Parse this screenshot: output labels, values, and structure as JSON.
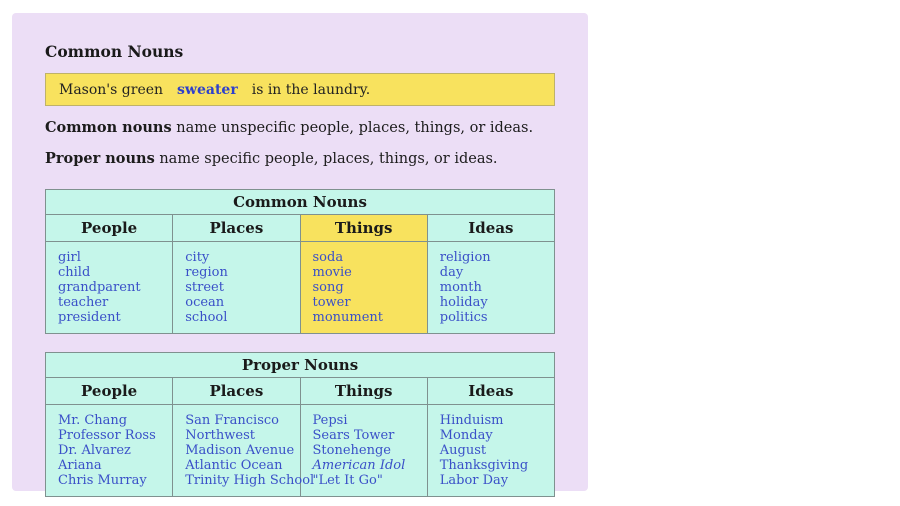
{
  "panel": {
    "title": "Common Nouns",
    "sentence": {
      "prefix": "Mason's green",
      "highlight": "sweater",
      "suffix": "is in the laundry."
    },
    "definitions": [
      {
        "term": "Common nouns",
        "rest": " name unspecific people, places, things, or ideas."
      },
      {
        "term": "Proper nouns",
        "rest": " name specific people, places, things, or ideas."
      }
    ]
  },
  "tables": [
    {
      "title": "Common Nouns",
      "columns": [
        {
          "header": "People",
          "highlighted": false,
          "values": [
            "girl",
            "child",
            "grandparent",
            "teacher",
            "president"
          ]
        },
        {
          "header": "Places",
          "highlighted": false,
          "values": [
            "city",
            "region",
            "street",
            "ocean",
            "school"
          ]
        },
        {
          "header": "Things",
          "highlighted": true,
          "values": [
            "soda",
            "movie",
            "song",
            "tower",
            "monument"
          ]
        },
        {
          "header": "Ideas",
          "highlighted": false,
          "values": [
            "religion",
            "day",
            "month",
            "holiday",
            "politics"
          ]
        }
      ]
    },
    {
      "title": "Proper Nouns",
      "columns": [
        {
          "header": "People",
          "highlighted": false,
          "values": [
            "Mr. Chang",
            "Professor Ross",
            "Dr. Alvarez",
            "Ariana",
            "Chris Murray"
          ]
        },
        {
          "header": "Places",
          "highlighted": false,
          "values": [
            "San Francisco",
            "Northwest",
            "Madison Avenue",
            "Atlantic Ocean",
            "Trinity High School"
          ]
        },
        {
          "header": "Things",
          "highlighted": false,
          "values": [
            "Pepsi",
            "Sears Tower",
            "Stonehenge",
            "American Idol",
            "\"Let It Go\""
          ]
        },
        {
          "header": "Ideas",
          "highlighted": false,
          "values": [
            "Hinduism",
            "Monday",
            "August",
            "Thanksgiving",
            "Labor Day"
          ]
        }
      ]
    }
  ],
  "colors": {
    "panel_bg": "#ecdef6",
    "highlight_yellow": "#f8e25e",
    "table_bg": "#c5f6ea",
    "noun_blue": "#3a50c8",
    "answer_blue": "#2e40cc",
    "border_gray": "#7f918f"
  }
}
